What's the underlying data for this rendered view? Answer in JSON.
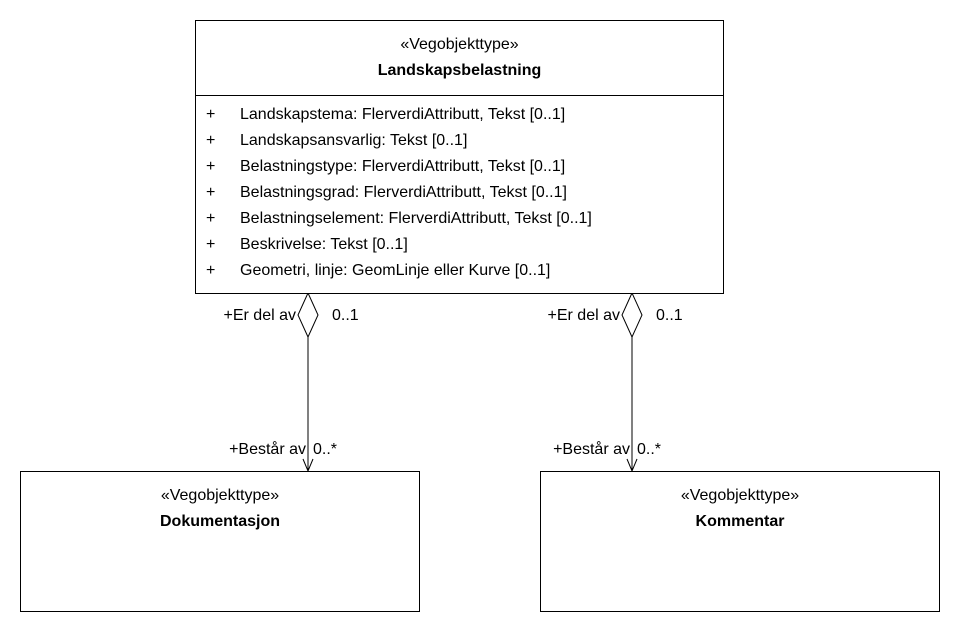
{
  "main_class": {
    "stereotype": "«Vegobjekttype»",
    "name": "Landskapsbelastning",
    "attributes": [
      {
        "visibility": "+",
        "text": "Landskapstema: FlerverdiAttributt, Tekst [0..1]"
      },
      {
        "visibility": "+",
        "text": "Landskapsansvarlig: Tekst [0..1]"
      },
      {
        "visibility": "+",
        "text": "Belastningstype: FlerverdiAttributt, Tekst [0..1]"
      },
      {
        "visibility": "+",
        "text": "Belastningsgrad: FlerverdiAttributt, Tekst [0..1]"
      },
      {
        "visibility": "+",
        "text": "Belastningselement: FlerverdiAttributt, Tekst [0..1]"
      },
      {
        "visibility": "+",
        "text": "Beskrivelse: Tekst [0..1]"
      },
      {
        "visibility": "+",
        "text": "Geometri, linje: GeomLinje eller Kurve [0..1]"
      }
    ]
  },
  "left_class": {
    "stereotype": "«Vegobjekttype»",
    "name": "Dokumentasjon"
  },
  "right_class": {
    "stereotype": "«Vegobjekttype»",
    "name": "Kommentar"
  },
  "left_association": {
    "source_role": "+Er del av",
    "source_multiplicity": "0..1",
    "target_role": "+Består av",
    "target_multiplicity": "0..*"
  },
  "right_association": {
    "source_role": "+Er del av",
    "source_multiplicity": "0..1",
    "target_role": "+Består av",
    "target_multiplicity": "0..*"
  }
}
